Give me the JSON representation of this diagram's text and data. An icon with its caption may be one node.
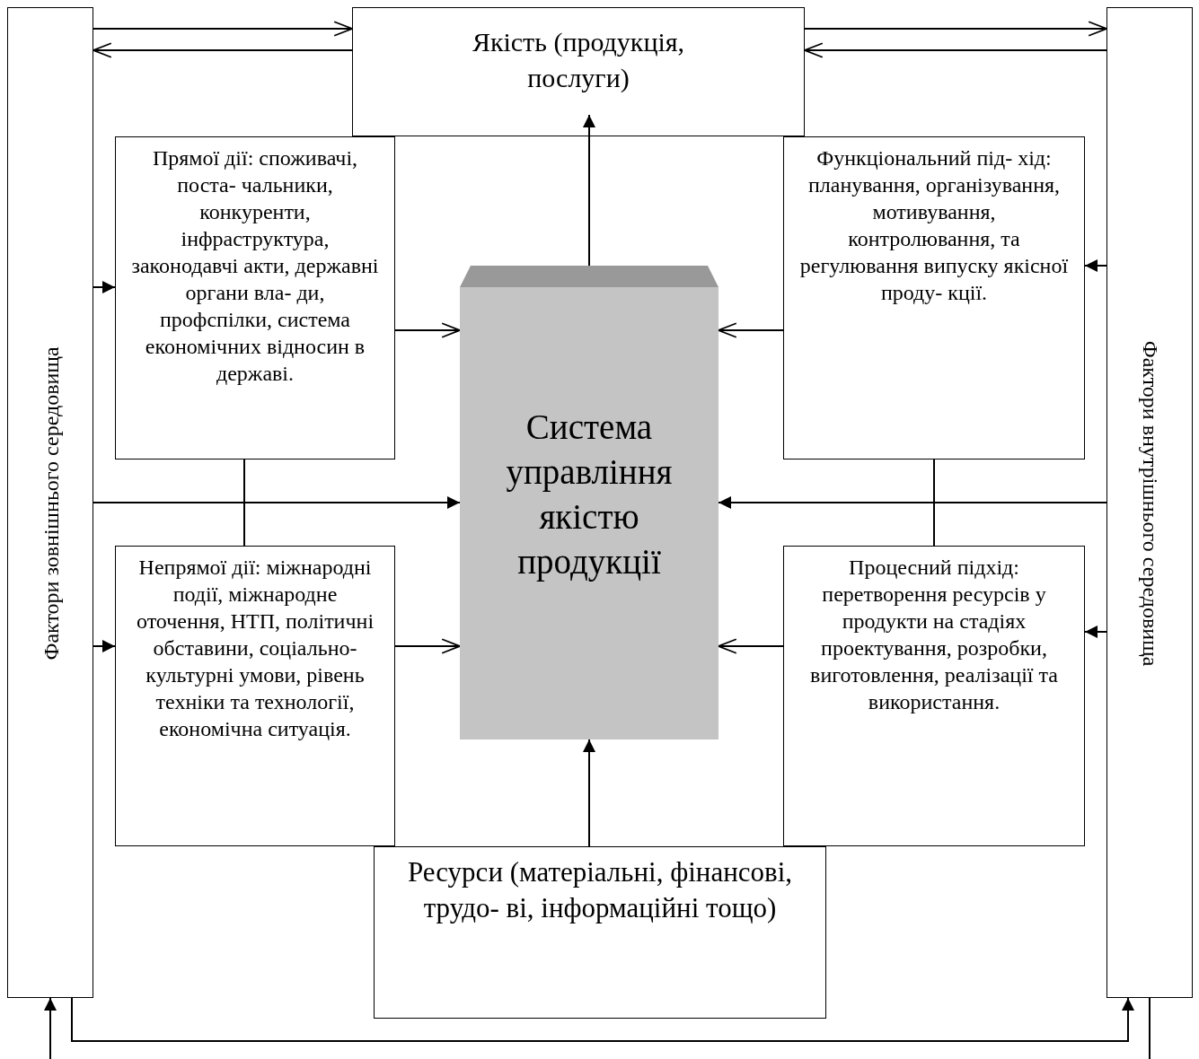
{
  "diagram": {
    "nodes": [
      {
        "text": [
          "Фактори зовнішнього середовища"
        ]
      },
      {
        "text": [
          "Якість (продукція, послуги)"
        ]
      },
      {
        "text": [
          "Фактори внутрішнього середовища"
        ]
      },
      {
        "text": [
          "Прямої дії: споживачі, поста- чальники, конкуренти, інфраструктура, законодавчі акти, державні органи вла- ди, профспілки, система економічних відносин в державі."
        ]
      },
      {
        "text": [
          "Функціональний під- хід: планування, організування, мотивування, контролювання, та регулювання випуску якісної проду- кції."
        ]
      },
      {
        "text": [
          "Система управління якістю продукції"
        ]
      },
      {
        "text": [
          "Непрямої дії: міжнародні події, міжнародне оточення, НТП, політичні обставини, соціально-культурні умови, рівень техніки та технології, економічна ситуація."
        ]
      },
      {
        "text": [
          "Процесний підхід: перетворення ресурсів у продукти на стадіях проектування, розробки, виготовлення, реалізації та використання."
        ]
      },
      {
        "text": [
          "Ресурси (матеріальні, фінансові, трудо- ві, інформаційні тощо)"
        ]
      }
    ],
    "edges": [
      {
        "from": 0,
        "to": 1,
        "arrow": "to"
      },
      {
        "from": 1,
        "to": 0,
        "arrow": "to"
      },
      {
        "from": 1,
        "to": 2,
        "arrow": "to"
      },
      {
        "from": 2,
        "to": 1,
        "arrow": "to"
      },
      {
        "from": 0,
        "to": 3,
        "arrow": "to"
      },
      {
        "from": 0,
        "to": 5,
        "arrow": "to"
      },
      {
        "from": 0,
        "to": 6,
        "arrow": "to"
      },
      {
        "from": 2,
        "to": 4,
        "arrow": "to"
      },
      {
        "from": 2,
        "to": 5,
        "arrow": "to"
      },
      {
        "from": 2,
        "to": 7,
        "arrow": "to"
      },
      {
        "from": 3,
        "to": 5,
        "arrow": "to"
      },
      {
        "from": 3,
        "to": 6,
        "arrow": "none"
      },
      {
        "from": 6,
        "to": 5,
        "arrow": "to"
      },
      {
        "from": 4,
        "to": 5,
        "arrow": "to"
      },
      {
        "from": 4,
        "to": 7,
        "arrow": "none"
      },
      {
        "from": 7,
        "to": 5,
        "arrow": "to"
      },
      {
        "from": 5,
        "to": 1,
        "arrow": "to"
      },
      {
        "from": 8,
        "to": 5,
        "arrow": "to"
      },
      {
        "from": 0,
        "to": 2,
        "arrow": "to"
      },
      {
        "from": null,
        "to": 0,
        "arrow": "to"
      },
      {
        "from": 2,
        "to": null,
        "arrow": "none"
      }
    ]
  }
}
